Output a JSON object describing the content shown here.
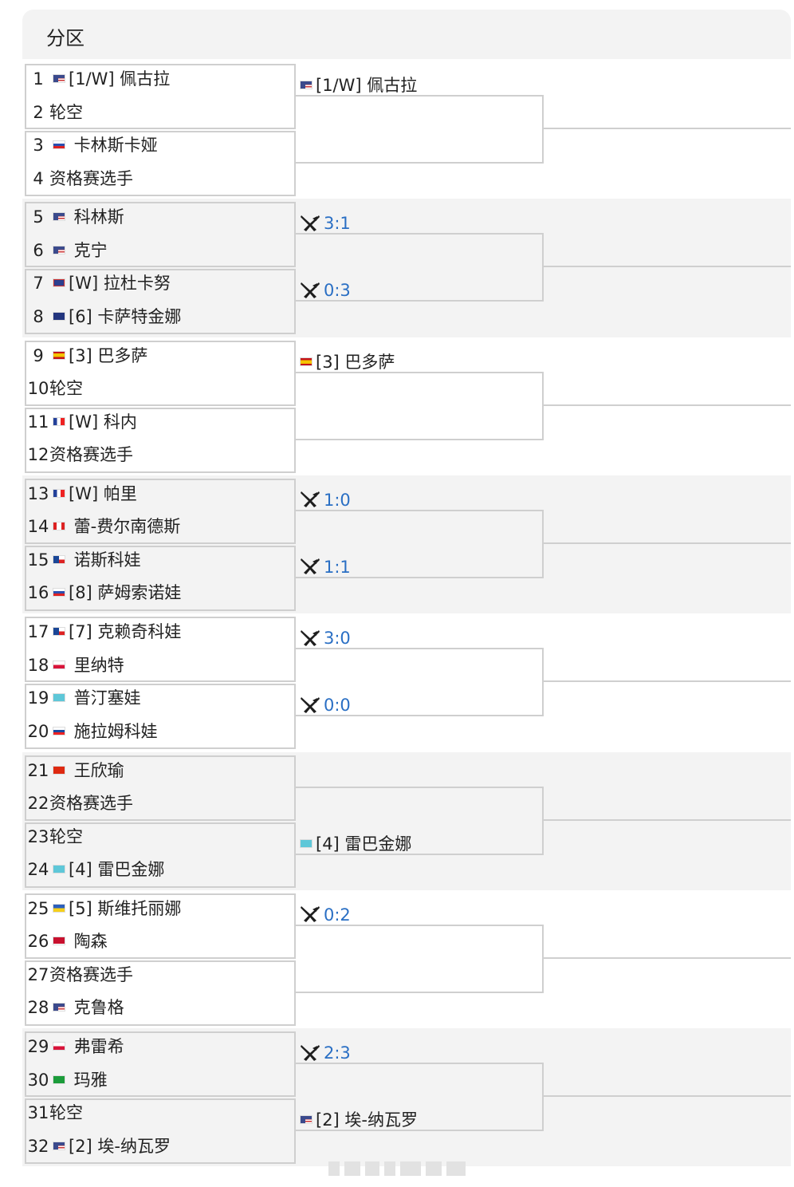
{
  "header": {
    "title": "分区"
  },
  "icons": {
    "x_icon": "crossed-swords-icon"
  },
  "colors": {
    "score": "#2a6fc4",
    "border": "#cfcfcf",
    "shade": "#f3f3f3"
  },
  "flags": {
    "us": "us-flag",
    "ru": "ru-flag",
    "gb": "gb-flag",
    "au": "au-flag",
    "es": "es-flag",
    "fr": "fr-flag",
    "ca": "ca-flag",
    "cz": "cz-flag",
    "pl": "pl-flag",
    "kz": "kz-flag",
    "sk": "sk-flag",
    "cn": "cn-flag",
    "ua": "ua-flag",
    "dk": "dk-flag",
    "br": "br-flag"
  },
  "players": [
    {
      "n": "1",
      "flag": "us",
      "name": "[1/W] 佩古拉"
    },
    {
      "n": "2",
      "flag": "",
      "name": "轮空"
    },
    {
      "n": "3",
      "flag": "ru",
      "name": " 卡林斯卡娅"
    },
    {
      "n": "4",
      "flag": "",
      "name": "资格赛选手"
    },
    {
      "n": "5",
      "flag": "us",
      "name": " 科林斯"
    },
    {
      "n": "6",
      "flag": "us",
      "name": " 克宁"
    },
    {
      "n": "7",
      "flag": "gb",
      "name": "[W] 拉杜卡努"
    },
    {
      "n": "8",
      "flag": "au",
      "name": "[6] 卡萨特金娜"
    },
    {
      "n": "9",
      "flag": "es",
      "name": "[3] 巴多萨"
    },
    {
      "n": "10",
      "flag": "",
      "name": "轮空"
    },
    {
      "n": "11",
      "flag": "fr",
      "name": "[W] 科内"
    },
    {
      "n": "12",
      "flag": "",
      "name": "资格赛选手"
    },
    {
      "n": "13",
      "flag": "fr",
      "name": "[W] 帕里"
    },
    {
      "n": "14",
      "flag": "ca",
      "name": " 蕾-费尔南德斯"
    },
    {
      "n": "15",
      "flag": "cz",
      "name": " 诺斯科娃"
    },
    {
      "n": "16",
      "flag": "ru",
      "name": "[8] 萨姆索诺娃"
    },
    {
      "n": "17",
      "flag": "cz",
      "name": "[7] 克赖奇科娃"
    },
    {
      "n": "18",
      "flag": "pl",
      "name": " 里纳特"
    },
    {
      "n": "19",
      "flag": "kz",
      "name": " 普汀塞娃"
    },
    {
      "n": "20",
      "flag": "sk",
      "name": " 施拉姆科娃"
    },
    {
      "n": "21",
      "flag": "cn",
      "name": " 王欣瑜"
    },
    {
      "n": "22",
      "flag": "",
      "name": "资格赛选手"
    },
    {
      "n": "23",
      "flag": "",
      "name": "轮空"
    },
    {
      "n": "24",
      "flag": "kz",
      "name": "[4] 雷巴金娜"
    },
    {
      "n": "25",
      "flag": "ua",
      "name": "[5] 斯维托丽娜"
    },
    {
      "n": "26",
      "flag": "dk",
      "name": " 陶森"
    },
    {
      "n": "27",
      "flag": "",
      "name": "资格赛选手"
    },
    {
      "n": "28",
      "flag": "us",
      "name": " 克鲁格"
    },
    {
      "n": "29",
      "flag": "pl",
      "name": " 弗雷希"
    },
    {
      "n": "30",
      "flag": "br",
      "name": " 玛雅"
    },
    {
      "n": "31",
      "flag": "",
      "name": "轮空"
    },
    {
      "n": "32",
      "flag": "us",
      "name": "[2] 埃-纳瓦罗"
    }
  ],
  "round2": [
    {
      "flag": "us",
      "name": "[1/W] 佩古拉",
      "score": ""
    },
    {
      "flag": "",
      "name": "",
      "score": "3:1"
    },
    {
      "flag": "",
      "name": "",
      "score": "0:3"
    },
    {
      "flag": "es",
      "name": "[3] 巴多萨",
      "score": ""
    },
    {
      "flag": "",
      "name": "",
      "score": "1:0"
    },
    {
      "flag": "",
      "name": "",
      "score": "1:1"
    },
    {
      "flag": "",
      "name": "",
      "score": "3:0"
    },
    {
      "flag": "",
      "name": "",
      "score": "0:0"
    },
    {
      "flag": "kz",
      "name": "[4] 雷巴金娜",
      "score": ""
    },
    {
      "flag": "",
      "name": "",
      "score": "0:2"
    },
    {
      "flag": "",
      "name": "",
      "score": "2:3"
    },
    {
      "flag": "us",
      "name": "[2] 埃-纳瓦罗",
      "score": ""
    }
  ]
}
